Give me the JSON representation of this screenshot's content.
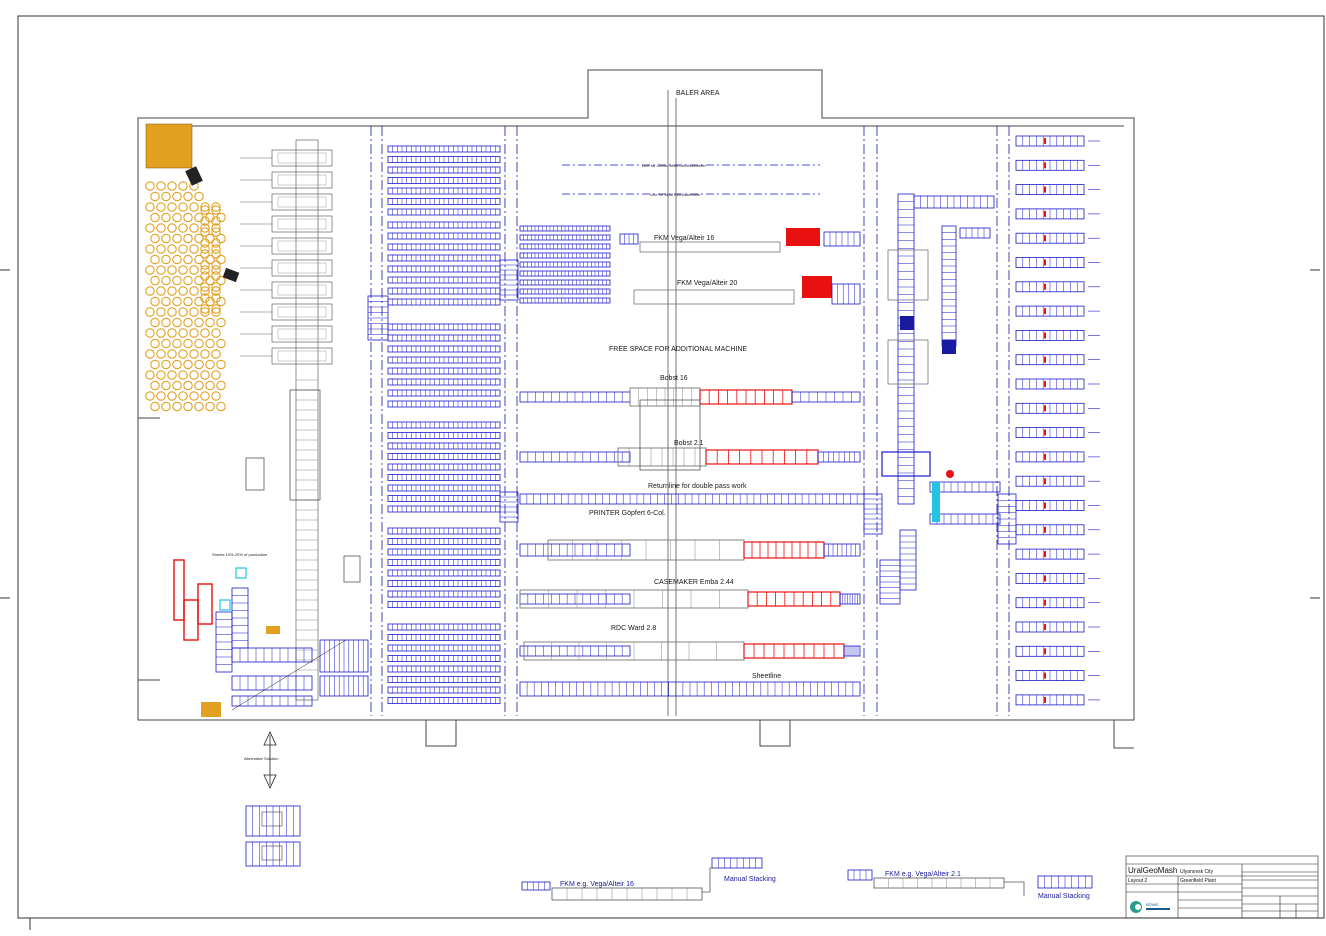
{
  "areas": {
    "baler": "BALER AREA",
    "free_space": "FREE SPACE FOR ADDITIONAL MACHINE",
    "line_jumbo": "Line for Jumbo Multi Cell Assembler",
    "line_multi": "Line for Multi Cell Assembler",
    "returnline": "Returnline for double pass work",
    "sheetline": "Sheetline",
    "sheets_note": "Sheets 10%-20% of production",
    "alternative": "Alternative Solution"
  },
  "machines": {
    "fkm16": "FKM Vega/Alteir 16",
    "fkm20": "FKM Vega/Alteir 20",
    "bobst16": "Bobst 16",
    "bobst21": "Bobst 2.1",
    "printer": "PRINTER Göpfert 6-Col.",
    "casemaker": "CASEMAKER Emba 2.44",
    "rdc": "RDC Ward 2.8"
  },
  "bottom": {
    "fkm_left": "FKM e.g. Vega/Alteir 16",
    "manual_left": "Manual Stacking",
    "fkm_right": "FKM e.g. Vega/Alteir 2.1",
    "manual_right": "Manual Stacking"
  },
  "title_block": {
    "company": "UralGeoMash",
    "city": "Ulyanovsk City",
    "layout": "Layout 2",
    "plant": "Greenfield Plant",
    "logo": "BÖWE"
  },
  "colors": {
    "conveyor": "#1a1acc",
    "machine_new": "#e81010",
    "machine_existing": "#777777",
    "outline": "#333333",
    "roll_store": "#e2a020",
    "stack": "#f0a030",
    "cyan": "#22c4e0"
  }
}
